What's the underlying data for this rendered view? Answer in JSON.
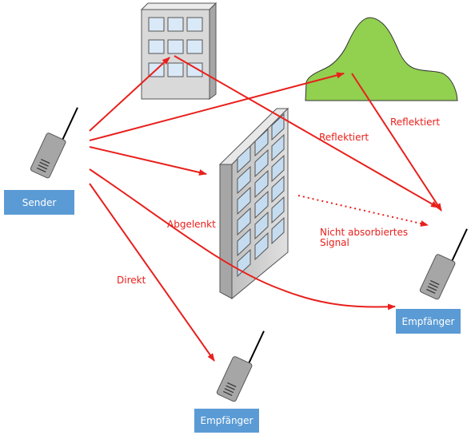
{
  "labels": {
    "sender": "Sender",
    "receiver_bottom": "Empfänger",
    "receiver_right": "Empfänger",
    "reflected_mid": "Reflektiert",
    "reflected_right": "Reflektiert",
    "deflected": "Abgelenkt",
    "direct": "Direkt",
    "not_absorbed_line1": "Nicht absorbiertes",
    "not_absorbed_line2": "Signal"
  },
  "colors": {
    "arrow": "#e8201c",
    "label_box": "#5b9bd5",
    "hill": "#92d050",
    "building": "#d9d9d9",
    "window": "#dae9f7"
  },
  "icons": [
    "building-icon",
    "hill-icon",
    "wall-icon",
    "radio-device-icon"
  ]
}
